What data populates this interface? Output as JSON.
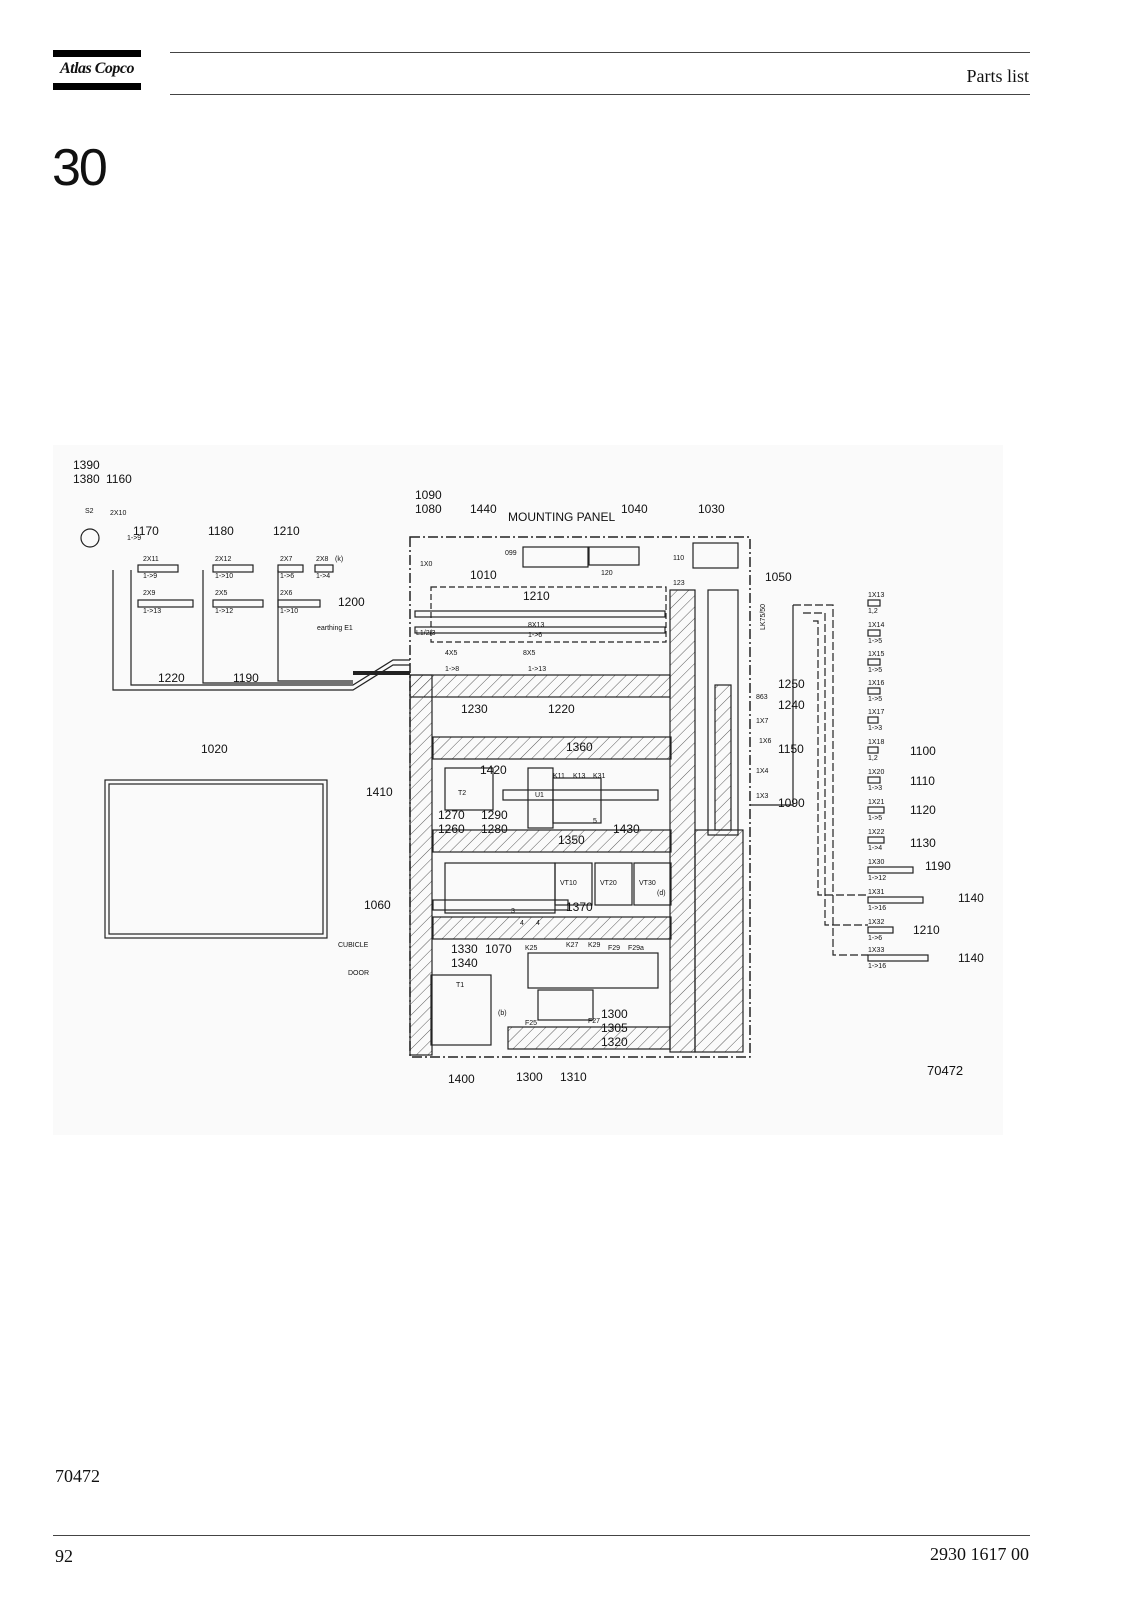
{
  "header": {
    "brand": "Atlas Copco",
    "title": "Parts list"
  },
  "section_number": "30",
  "drawing": {
    "panel_label": "MOUNTING PANEL",
    "drawing_number": "70472",
    "callouts": [
      "1390",
      "1380",
      "1160",
      "1170",
      "1180",
      "1210",
      "1200",
      "1220",
      "1190",
      "1090",
      "1080",
      "1440",
      "1040",
      "1030",
      "1010",
      "1210",
      "1050",
      "1230",
      "1220",
      "1250",
      "1240",
      "1020",
      "1360",
      "1420",
      "1410",
      "1150",
      "1090",
      "1270",
      "1290",
      "1260",
      "1280",
      "1350",
      "1430",
      "1100",
      "1110",
      "1120",
      "1130",
      "1190",
      "1140",
      "1060",
      "1370",
      "1330",
      "1070",
      "1340",
      "1210",
      "1140",
      "1300",
      "1305",
      "1320",
      "1400",
      "1300",
      "1310"
    ],
    "small_labels": [
      "S2",
      "2X10",
      "1->9",
      "2X11",
      "1->9",
      "2X12",
      "1->10",
      "2X7",
      "1->6",
      "2X8",
      "(k)",
      "1->4",
      "2X9",
      "1->13",
      "2X5",
      "1->12",
      "2X6",
      "1->10",
      "earthing E1",
      "1X0",
      "L1/2/3",
      "8X13",
      "1->6",
      "4X5",
      "1->8",
      "8X5",
      "1->13",
      "099",
      "120",
      "110",
      "123",
      "LK75/50",
      "1X13",
      "1,2",
      "1X14",
      "1->5",
      "1X15",
      "1->5",
      "1X16",
      "1->5",
      "1X17",
      "1->3",
      "1X18",
      "1,2",
      "1X20",
      "1->3",
      "1X21",
      "1->5",
      "1X22",
      "1->4",
      "1X30",
      "1->12",
      "1X31",
      "1->16",
      "1X32",
      "1->6",
      "1X33",
      "1->16",
      "863",
      "1X7",
      "1X6",
      "1X4",
      "1X3",
      "K11",
      "K13",
      "K31",
      "U1",
      "T2",
      "VT10",
      "VT20",
      "VT30",
      "(d)",
      "5",
      "3",
      "4",
      "4",
      "CUBICLE",
      "DOOR",
      "K25",
      "K27",
      "K29",
      "F29",
      "F29a",
      "T1",
      "(b)",
      "F25",
      "F27"
    ]
  },
  "footer": {
    "reference": "70472",
    "page_number": "92",
    "document_number": "2930 1617 00"
  }
}
